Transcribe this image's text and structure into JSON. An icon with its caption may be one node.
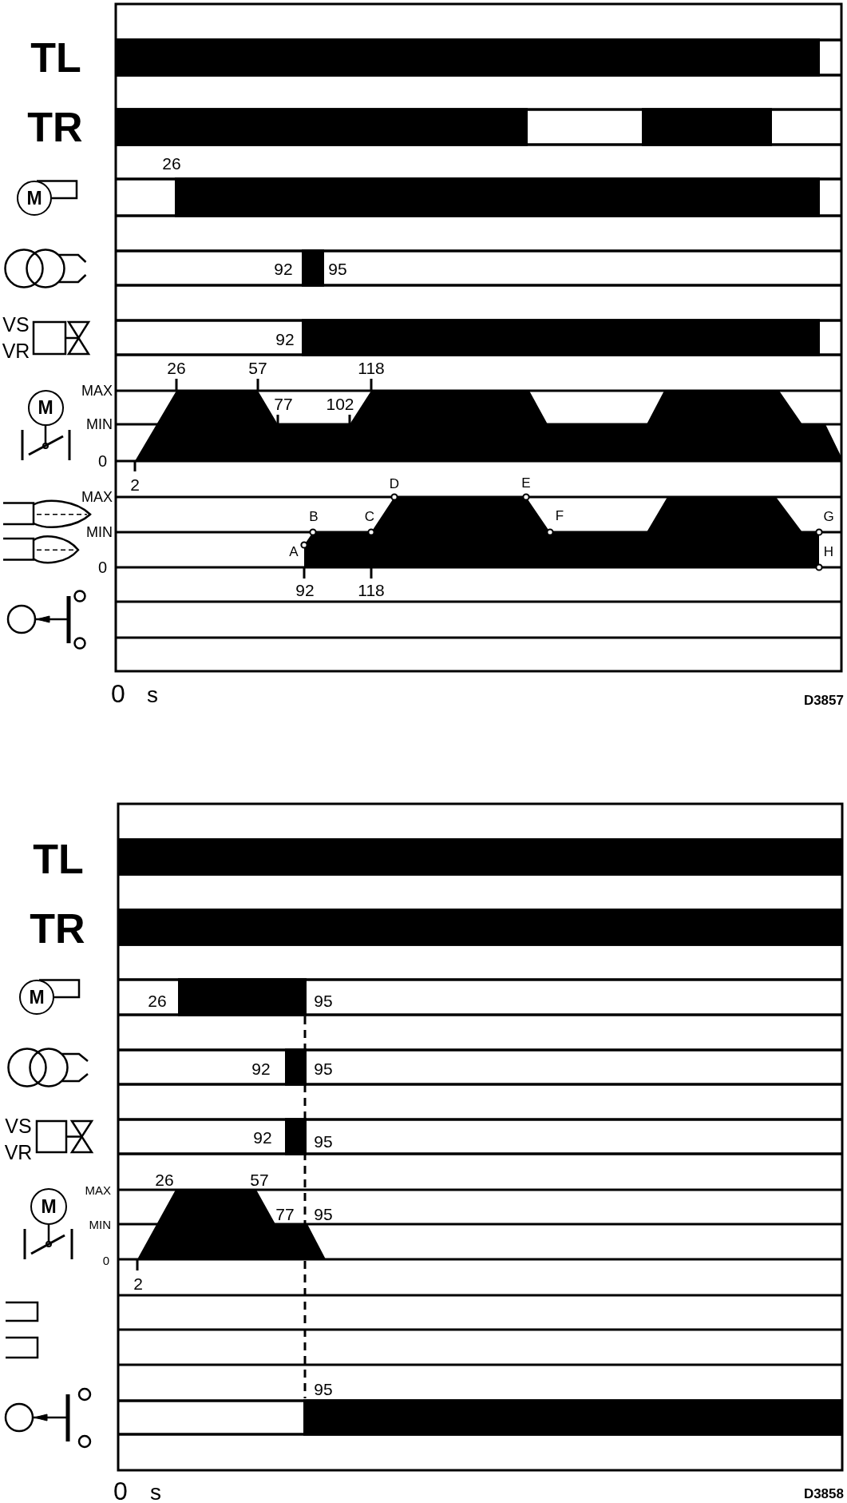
{
  "diagram": {
    "nodes": [
      {
        "text": [
          "M"
        ]
      },
      {
        "text": [
          "M"
        ]
      },
      {
        "text": [
          "M"
        ]
      },
      {
        "text": [
          "M"
        ]
      }
    ],
    "labels": [
      "TL",
      "TR",
      "26",
      "92",
      "95",
      "VS",
      "VR",
      "92",
      "26",
      "57",
      "118",
      "MAX",
      "77",
      "102",
      "MIN",
      "0",
      "2",
      "MAX",
      "D",
      "E",
      "B",
      "C",
      "F",
      "G",
      "MIN",
      "A",
      "H",
      "0",
      "92",
      "118",
      "0",
      "s",
      "D3857",
      "TL",
      "TR",
      "26",
      "95",
      "92",
      "95",
      "VS",
      "92",
      "95",
      "VR",
      "26",
      "57",
      "MAX",
      "77",
      "95",
      "MIN",
      "0",
      "2",
      "95",
      "0",
      "s",
      "D3858"
    ]
  }
}
